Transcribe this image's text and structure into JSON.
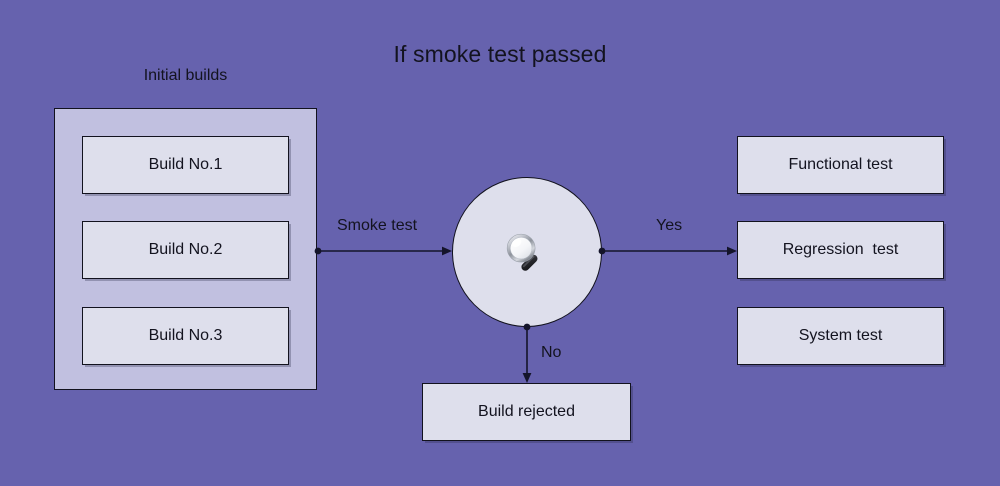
{
  "diagram": {
    "title": "If smoke test passed",
    "background_color": "#6662AE",
    "group_fill_color": "#C1C0E0",
    "node_fill_color": "#DEDFEC",
    "stroke_color": "#12121e",
    "group": {
      "label": "Initial builds",
      "items": [
        {
          "label": "Build No.1"
        },
        {
          "label": "Build No.2"
        },
        {
          "label": "Build No.3"
        }
      ]
    },
    "decision": {
      "icon": "magnifying-glass-icon",
      "icon_glyph": "🔍"
    },
    "edges": [
      {
        "id": "smoke",
        "label": "Smoke test"
      },
      {
        "id": "yes",
        "label": "Yes"
      },
      {
        "id": "no",
        "label": "No"
      }
    ],
    "outcomes": [
      {
        "label": "Functional test"
      },
      {
        "label": "Regression  test"
      },
      {
        "label": "System test"
      }
    ],
    "rejected": {
      "label": "Build rejected"
    }
  }
}
